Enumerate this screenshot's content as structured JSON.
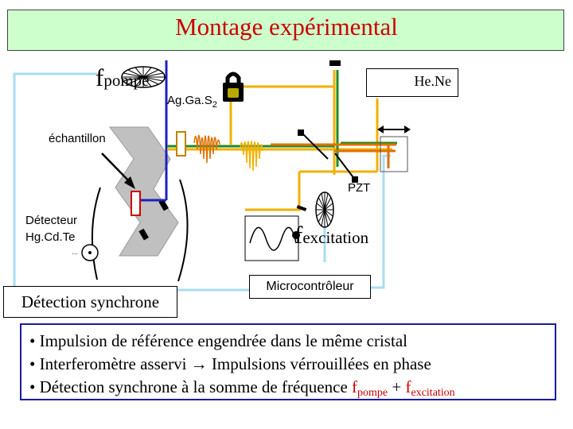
{
  "title": "Montage expérimental",
  "labels": {
    "f_pompe_f": "f",
    "f_pompe_sub": "pompe",
    "crystal_main": "Ag.Ga.S",
    "crystal_sub": "2",
    "echantillon": "échantillon",
    "detecteur_line1": "Détecteur",
    "detecteur_line2": "Hg.Cd.Te",
    "pzt": "PZT",
    "f_exc_f": "f",
    "f_exc_sub": "excitation",
    "hene": "He.Ne",
    "microcontroleur": "Microcontrôleur",
    "detection_synchrone": "Détection synchrone"
  },
  "bullets": [
    {
      "text": "• Impulsion de référence engendrée dans le même cristal"
    },
    {
      "text": "• Interferomètre asservi → Impulsions vérrouillées en phase"
    },
    {
      "text_pre": "• Détection synchrone à la somme de fréquence ",
      "f1": "f",
      "f1_sub": "pompe",
      "plus": " + ",
      "f2": "f",
      "f2_sub": "excitation"
    }
  ],
  "colors": {
    "title": "#cc0000",
    "title_bg": "#ccffcc",
    "beam_green": "#228b22",
    "beam_yellow": "#f0b000",
    "beam_orange": "#e07000",
    "beam_blue": "#2020c0",
    "cable": "#aadcf0",
    "bullet_border": "#1a1aa0",
    "sample_gray": "#c0c0c0"
  }
}
